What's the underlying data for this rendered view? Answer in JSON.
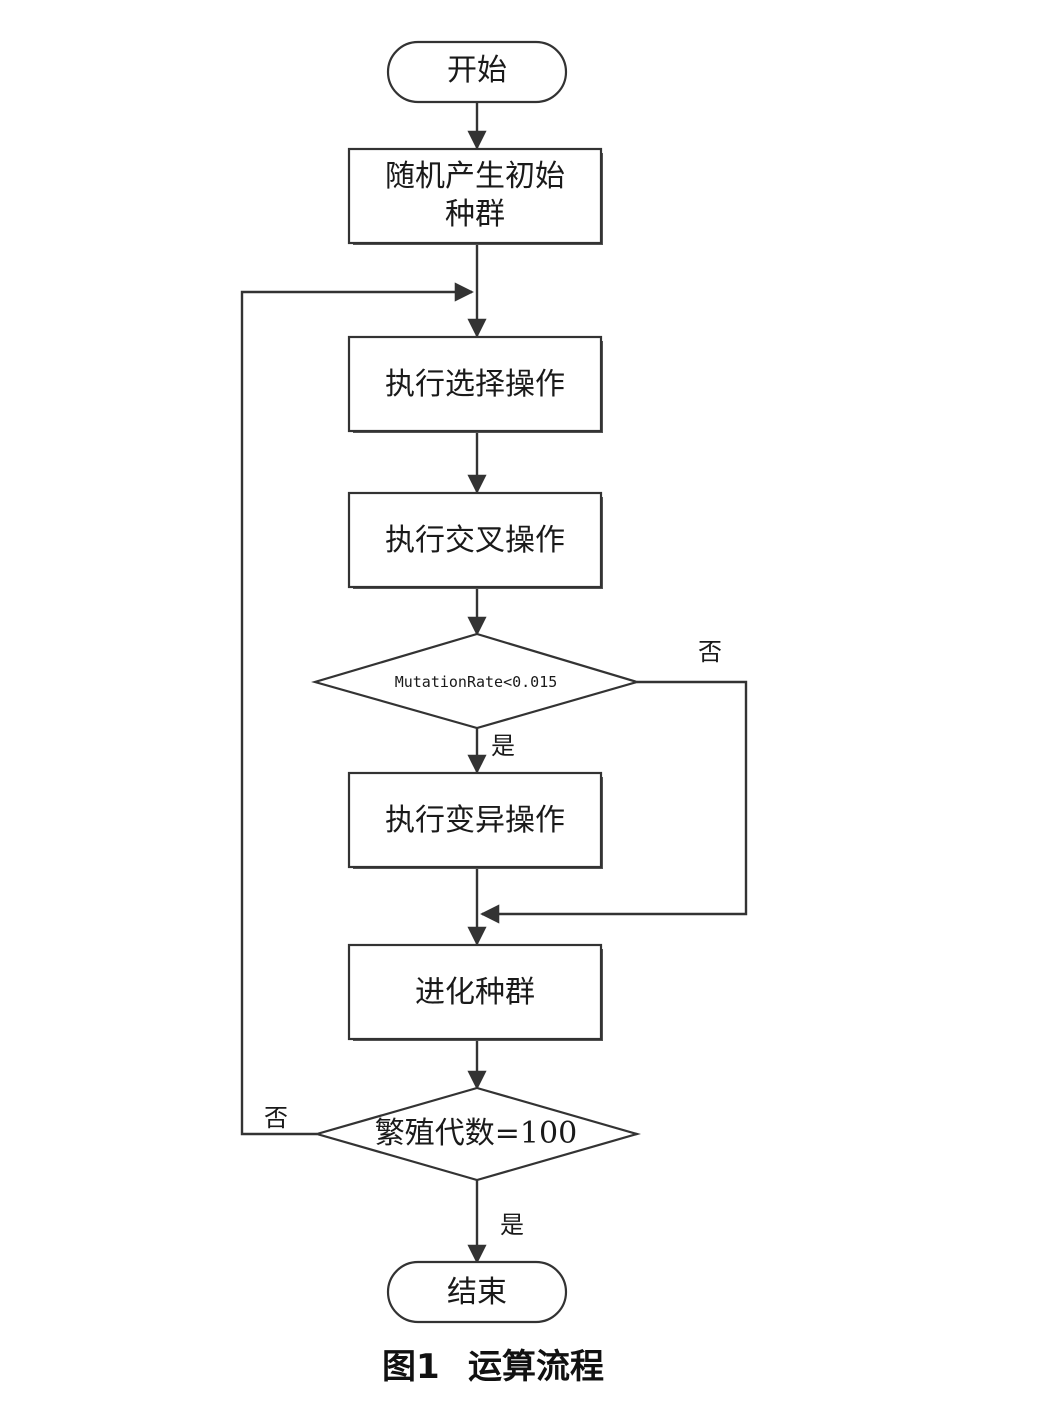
{
  "diagram": {
    "start": "开始",
    "init_population": [
      "随机产生初始",
      "种群"
    ],
    "selection": "执行选择操作",
    "crossover": "执行交叉操作",
    "mutation_condition": "MutationRate<0.015",
    "mutation": "执行变异操作",
    "evolve": "进化种群",
    "generation_condition": "繁殖代数=100",
    "end": "结束",
    "labels": {
      "mutation_no": "否",
      "mutation_yes": "是",
      "generation_no": "否",
      "generation_yes": "是"
    }
  },
  "caption": {
    "figure_number": "图1",
    "title": "运算流程"
  },
  "colors": {
    "stroke": "#333333",
    "text": "#1a1a1a"
  }
}
